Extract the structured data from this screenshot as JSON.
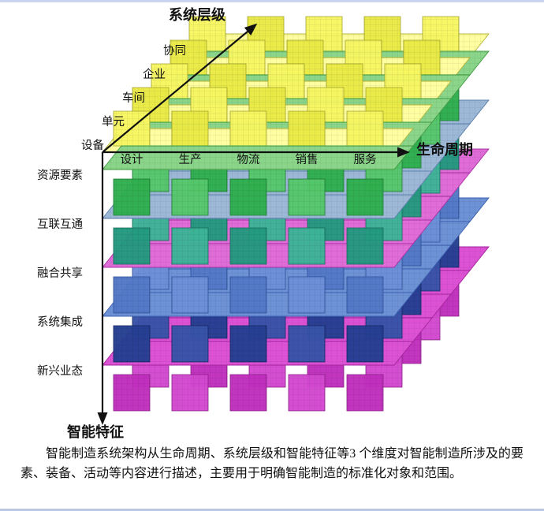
{
  "page": {
    "background": "#ffffff",
    "top_border": "#c9d5ee",
    "bottom_border": "#b9c6e4"
  },
  "figure": {
    "axis_color": "#111111",
    "axes": {
      "system_level": "系统层级",
      "life_cycle": "生命周期",
      "intelligent_feature": "智能特征"
    },
    "system_levels": [
      "设备",
      "单元",
      "车间",
      "企业",
      "协同"
    ],
    "life_cycle_stages": [
      "设计",
      "生产",
      "物流",
      "销售",
      "服务"
    ],
    "hierarchy_layer": {
      "sheet": "#ffffa2",
      "sheet_stroke": "#b4b438",
      "fin": "#f6f662",
      "fin_alt": "#e9e946",
      "fin_stroke": "#a3a32c"
    },
    "feature_rows": [
      {
        "name": "资源要素",
        "sheet": "#8ad58a",
        "sheet_stroke": "#3f9b3f",
        "fin": "#2fae4e",
        "fin_alt": "#55c66a",
        "fin_stroke": "#1d7a33"
      },
      {
        "name": "互联互通",
        "sheet": "#9db8d6",
        "sheet_stroke": "#5d7fae",
        "fin": "#23997f",
        "fin_alt": "#3db497",
        "fin_stroke": "#156a58"
      },
      {
        "name": "融合共享",
        "sheet": "#e06cd8",
        "sheet_stroke": "#a92fa2",
        "fin": "#5378c6",
        "fin_alt": "#6c8ed8",
        "fin_stroke": "#2c4d97"
      },
      {
        "name": "系统集成",
        "sheet": "#6e92d6",
        "sheet_stroke": "#3a5fae",
        "fin": "#253f92",
        "fin_alt": "#3854a8",
        "fin_stroke": "#13265f"
      },
      {
        "name": "新兴业态",
        "sheet": "#dd52d4",
        "sheet_stroke": "#a2249c",
        "fin": "#c02ebd",
        "fin_alt": "#d348cf",
        "fin_stroke": "#871e85"
      }
    ]
  },
  "caption": {
    "text": "智能制造系统架构从生命周期、系统层级和智能特征等3 个维度对智能制造所涉及的要素、装备、活动等内容进行描述，主要用于明确智能制造的标准化对象和范围。"
  }
}
